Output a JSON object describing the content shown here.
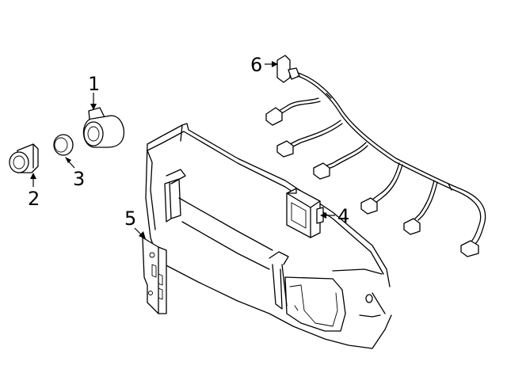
{
  "callouts": [
    {
      "id": "1",
      "label": "1"
    },
    {
      "id": "2",
      "label": "2"
    },
    {
      "id": "3",
      "label": "3"
    },
    {
      "id": "4",
      "label": "4"
    },
    {
      "id": "5",
      "label": "5"
    },
    {
      "id": "6",
      "label": "6"
    }
  ],
  "parts": [
    {
      "callout": "1",
      "icon": "parking-sensor-icon"
    },
    {
      "callout": "2",
      "icon": "sensor-retainer-icon"
    },
    {
      "callout": "3",
      "icon": "sensor-ring-icon"
    },
    {
      "callout": "4",
      "icon": "control-module-icon"
    },
    {
      "callout": "5",
      "icon": "mounting-bracket-icon"
    },
    {
      "callout": "6",
      "icon": "wiring-harness-icon"
    }
  ],
  "colors": {
    "line": "#000000",
    "background": "#ffffff"
  }
}
